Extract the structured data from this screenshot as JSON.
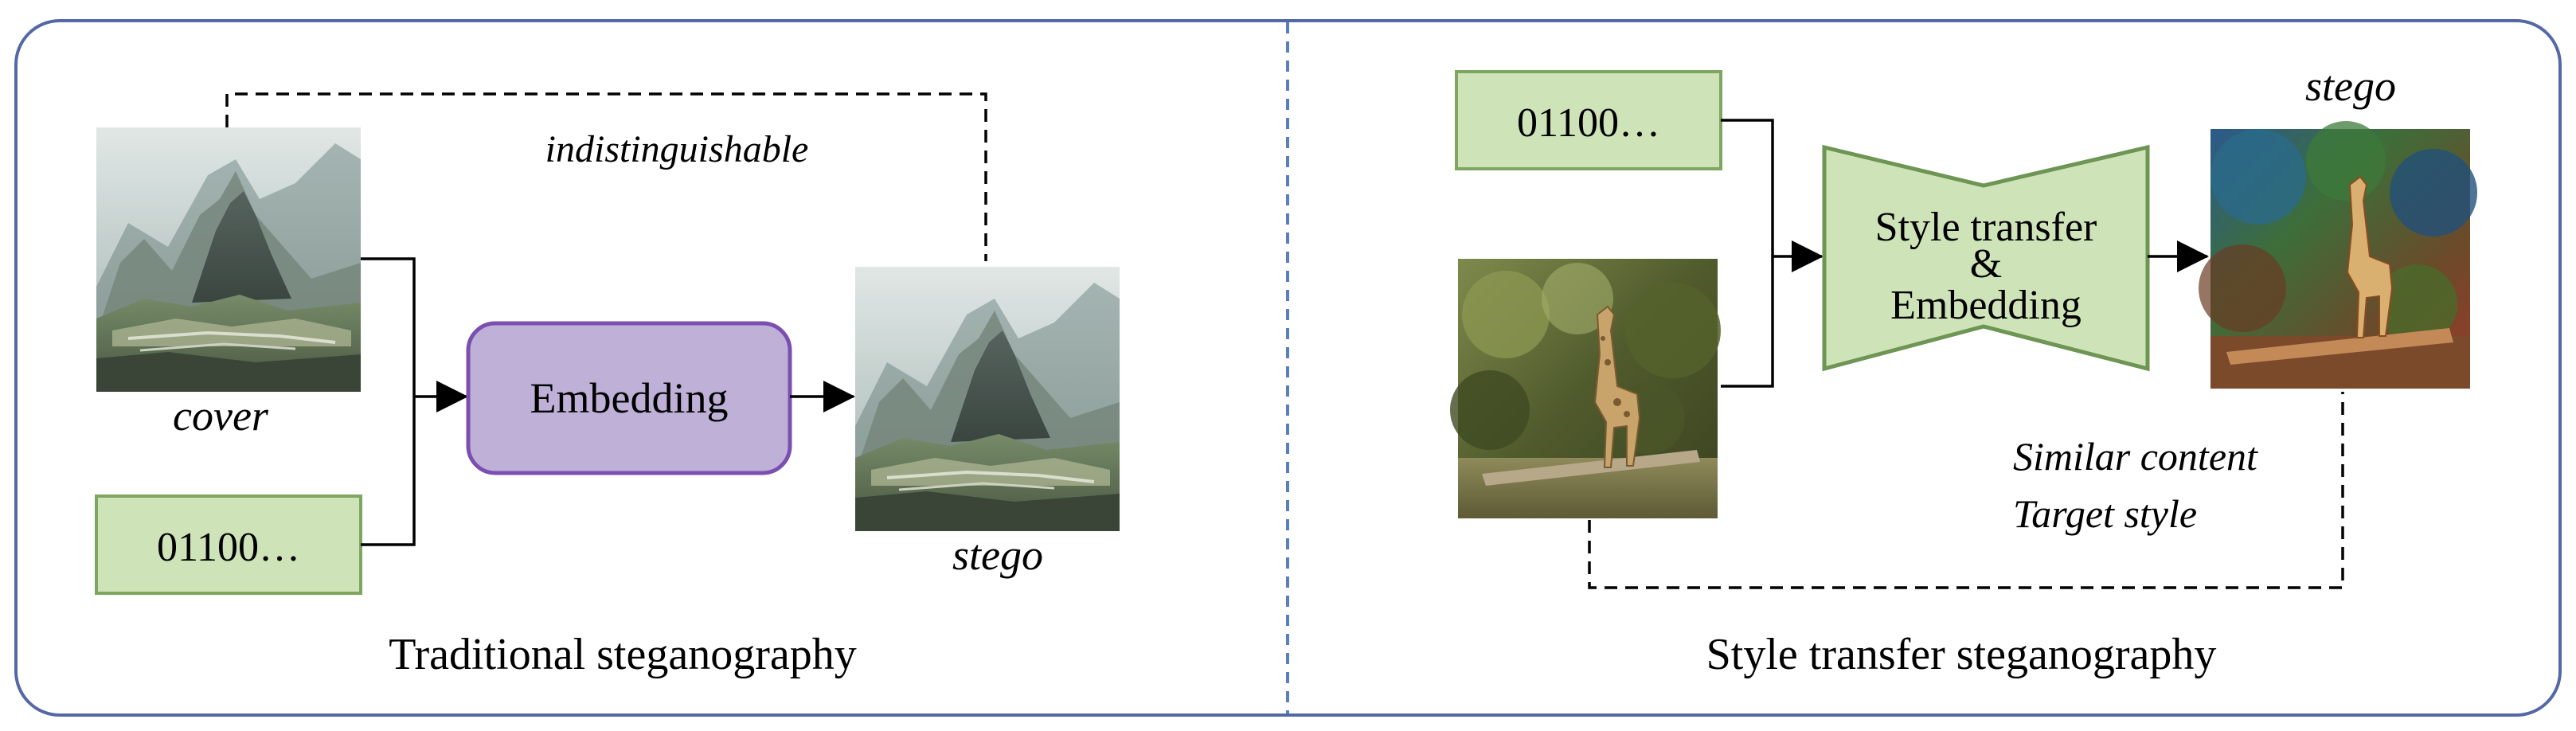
{
  "left_panel": {
    "caption": "Traditional steganography",
    "cover_label": "cover",
    "stego_label": "stego",
    "annotation": "indistinguishable",
    "bits_label": "01100…",
    "embedding_label": "Embedding"
  },
  "right_panel": {
    "caption": "Style transfer steganography",
    "bits_label": "01100…",
    "stego_label": "stego",
    "process_label_line1": "Style transfer",
    "process_label_line2": "&",
    "process_label_line3": "Embedding",
    "note_line1": "Similar content",
    "note_line2": "Target style"
  },
  "colors": {
    "frame_border": "#5468a6",
    "divider": "#5a7fc0",
    "bits_fill": "#cfe3b8",
    "bits_stroke": "#7fa660",
    "embedding_fill": "#bfb0d8",
    "embedding_stroke": "#7a4fb0",
    "process_fill": "#cfe3b8",
    "process_stroke": "#6d9554"
  },
  "icons": {
    "cover_image": "mountain-landscape-image",
    "stego_image": "mountain-landscape-image",
    "content_image": "giraffe-photo-image",
    "styled_stego_image": "stylized-giraffe-image"
  }
}
